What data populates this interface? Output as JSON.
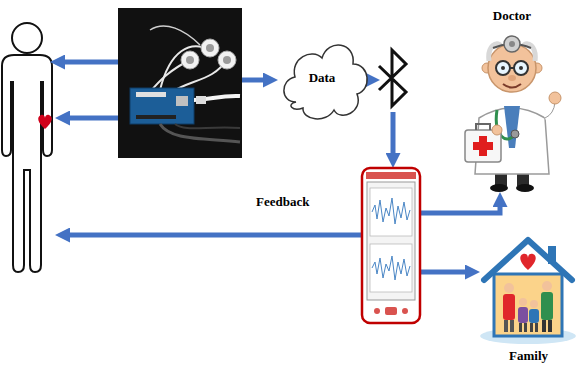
{
  "diagram": {
    "nodes": [
      {
        "text": [
          "Data"
        ]
      },
      {
        "text": [
          "Doctor"
        ]
      },
      {
        "text": [
          "Family"
        ]
      }
    ],
    "labels": [
      "Feedback"
    ]
  }
}
